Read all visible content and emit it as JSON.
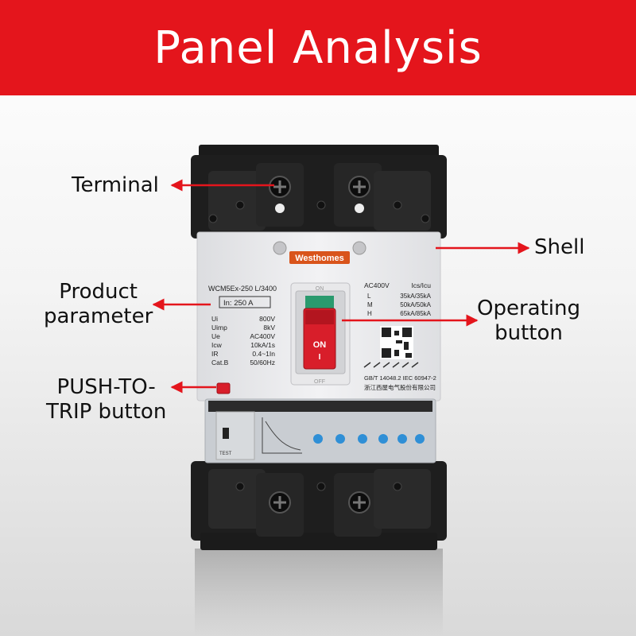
{
  "banner": {
    "title": "Panel Analysis",
    "color": "#e4151c"
  },
  "callouts": {
    "terminal": "Terminal",
    "shell": "Shell",
    "product_parameter_line1": "Product",
    "product_parameter_line2": "parameter",
    "operating_button_line1": "Operating",
    "operating_button_line2": "button",
    "push_to_trip_line1": "PUSH-TO-",
    "push_to_trip_line2": "TRIP button"
  },
  "arrow_color": "#e4151c",
  "product": {
    "brand": "Westhomes",
    "model": "WCM5Ex-250 L/3400",
    "rating": "In:  250 A",
    "param_rows": [
      {
        "label": "Ui",
        "value": "800V"
      },
      {
        "label": "Uimp",
        "value": "8kV"
      },
      {
        "label": "Ue",
        "value": "AC400V"
      },
      {
        "label": "Icw",
        "value": "10kA/1s"
      },
      {
        "label": "IR",
        "value": "0.4~1In"
      },
      {
        "label": "Cat.B",
        "value": "50/60Hz"
      }
    ],
    "breaking_header_left": "AC400V",
    "breaking_header_right": "Ics/Icu",
    "breaking_rows": [
      {
        "label": "L",
        "value": "35kA/35kA"
      },
      {
        "label": "M",
        "value": "50kA/50kA"
      },
      {
        "label": "H",
        "value": "65kA/85kA"
      }
    ],
    "standards": "GB/T 14048.2  IEC 60947-2",
    "company": "浙江西屋电气股份有限公司",
    "handle_on": "ON",
    "handle_mark": "I",
    "on_label": "ON",
    "off_label": "OFF",
    "test_label": "TEST",
    "brand_color": "#d9541b",
    "handle_color": "#d81e2a"
  }
}
